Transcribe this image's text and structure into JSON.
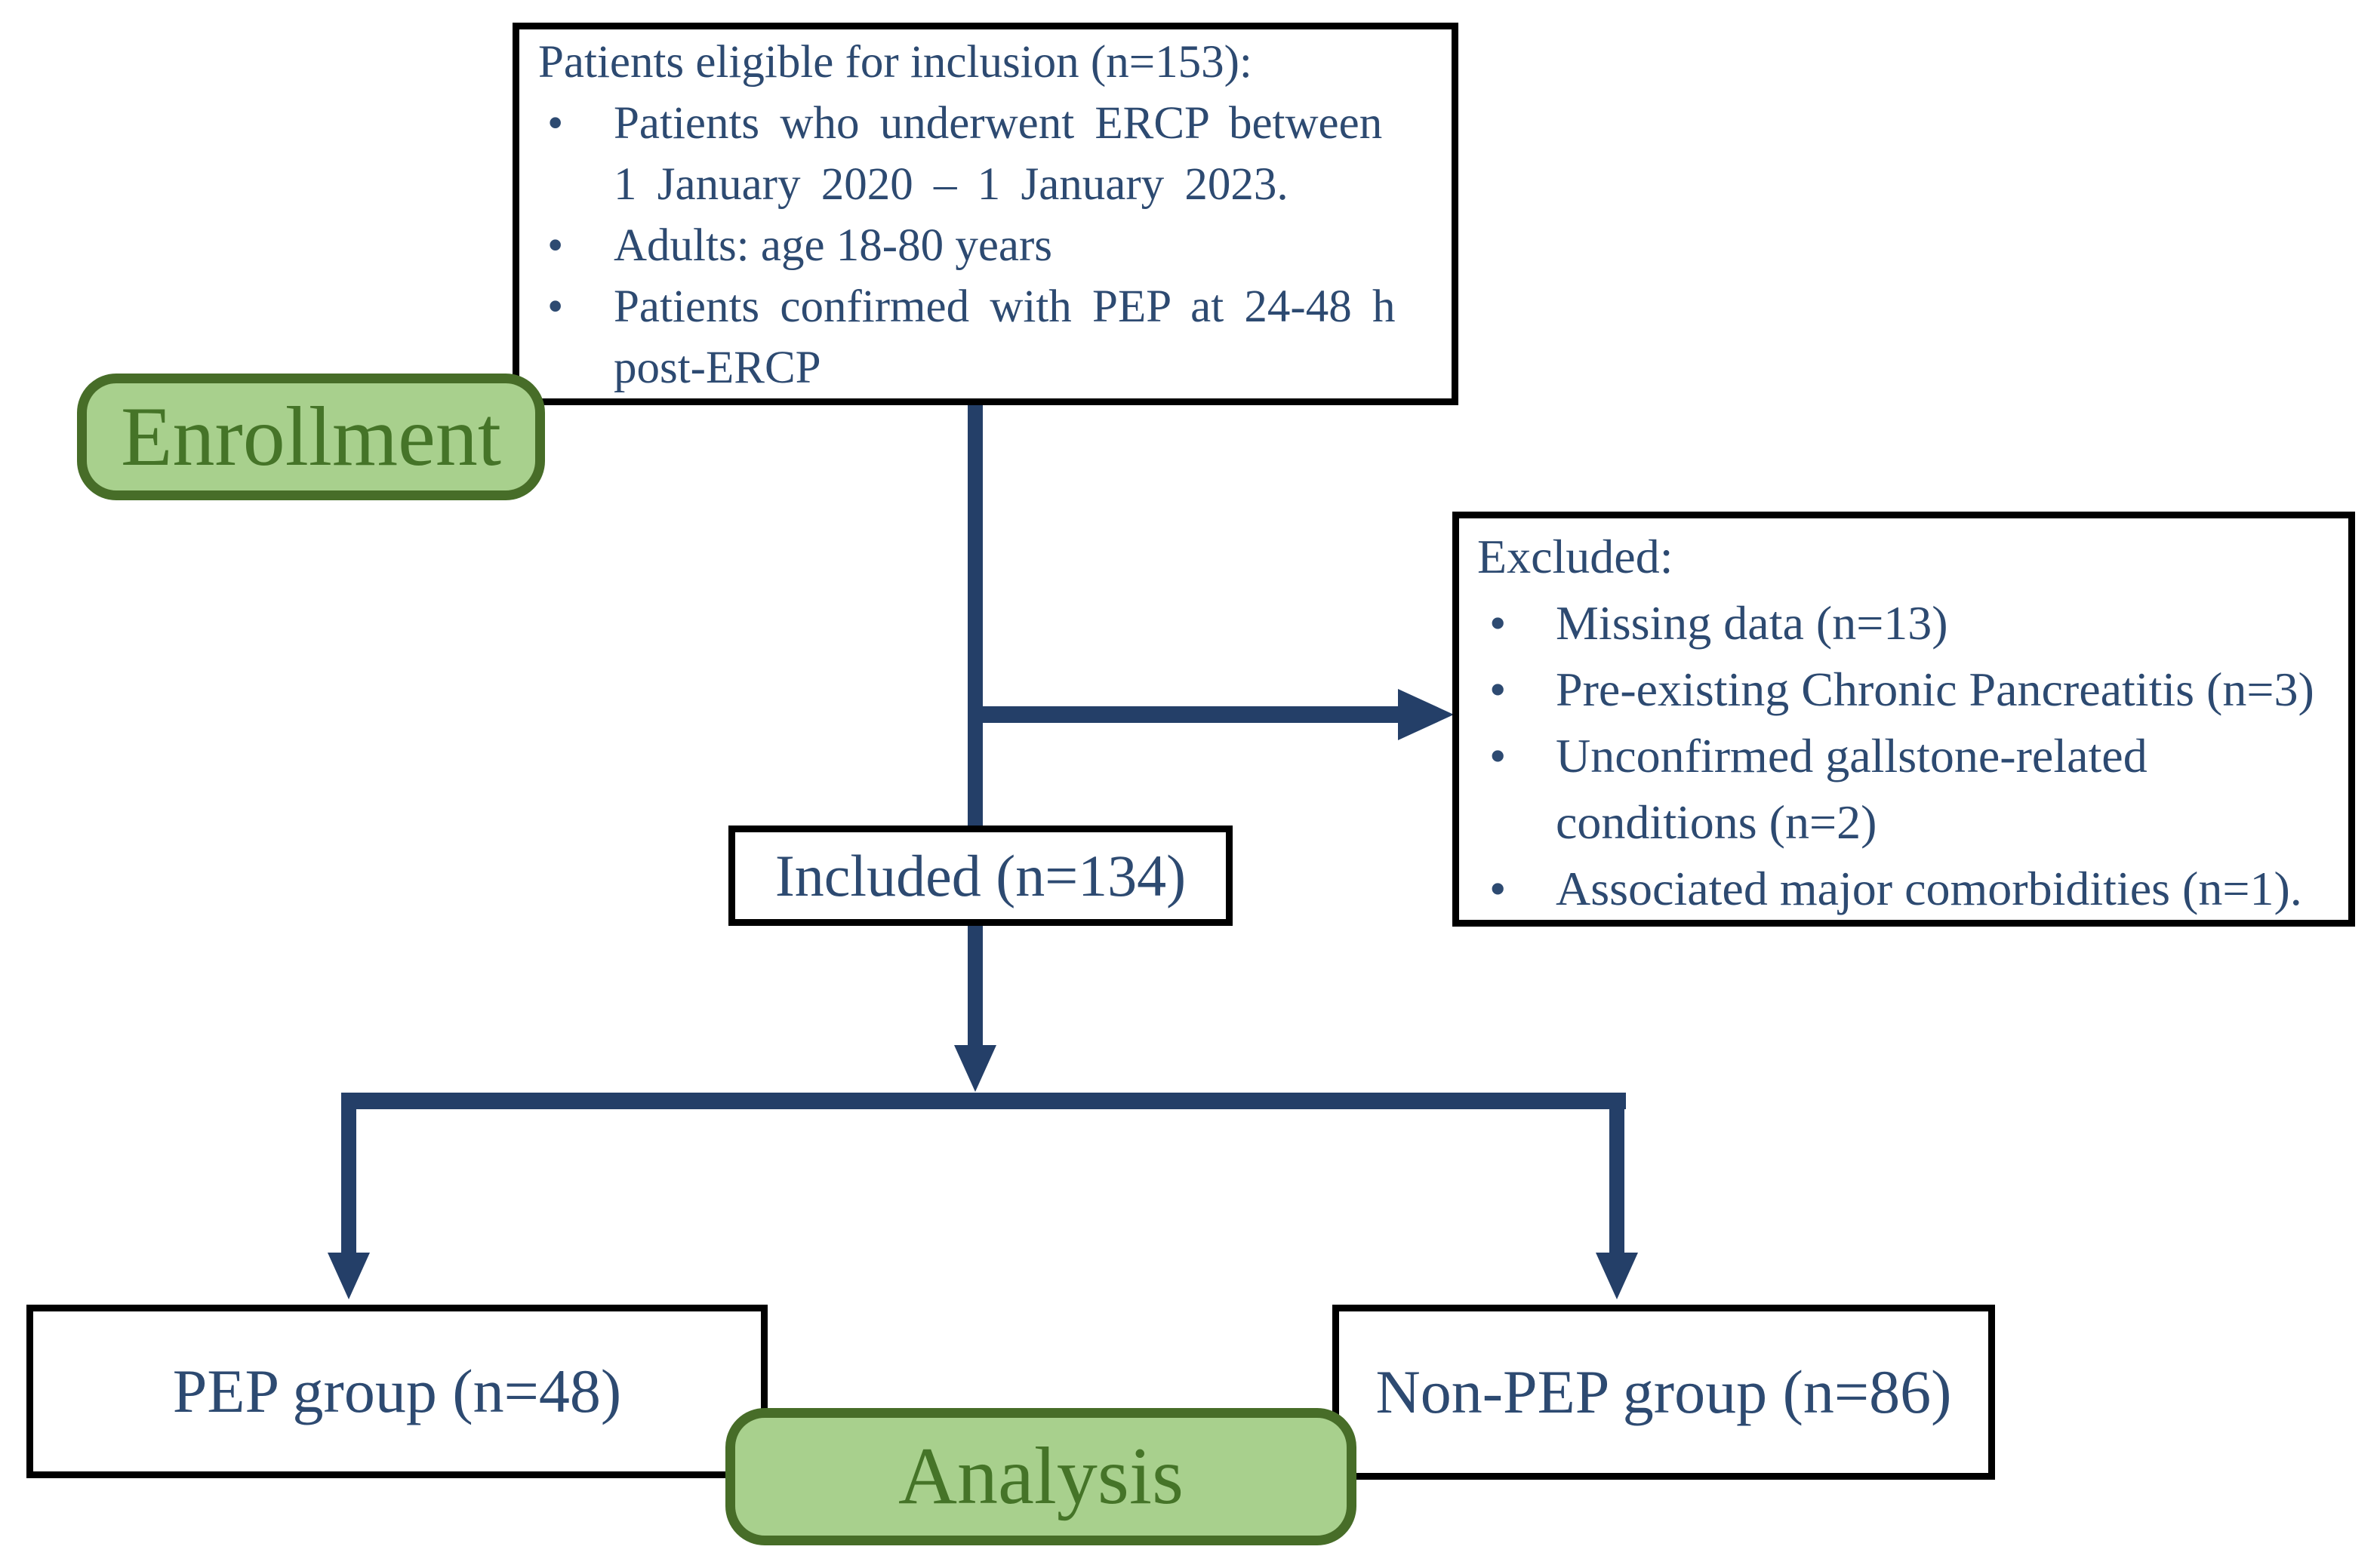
{
  "colors": {
    "line_navy": "#243f68",
    "text_navy": "#2d4a71",
    "box_border": "#000000",
    "green_fill": "#a8d08d",
    "green_border": "#476d28",
    "green_text": "#457428"
  },
  "glyphs": {
    "bullet": "•"
  },
  "eligible": {
    "title": "Patients eligible for inclusion (n=153):",
    "bullets": [
      "Patients who underwent ERCP between\n1 January 2020 – 1 January 2023.",
      "Adults: age 18-80 years",
      "Patients confirmed with PEP at 24-48 h\npost-ERCP"
    ]
  },
  "excluded": {
    "title": "Excluded:",
    "bullets": [
      "Missing data (n=13)",
      "Pre-existing Chronic Pancreatitis (n=3)",
      "Unconfirmed gallstone-related\nconditions (n=2)",
      "Associated major comorbidities (n=1)."
    ]
  },
  "included_label": "Included (n=134)",
  "pep_label": "PEP group (n=48)",
  "nonpep_label": "Non-PEP group (n=86)",
  "enrollment_label": "Enrollment",
  "analysis_label": "Analysis"
}
